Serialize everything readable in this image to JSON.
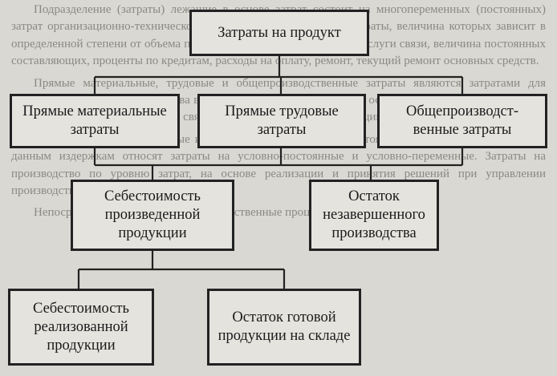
{
  "background_text": [
    "Подразделение (затраты) лежащие в основе затрат состоит на многопеременных (постоянных) затрат организационно-техническое обеспечение и переменные затраты, величина которых зависит в определенной степени от объема производства. Например, плата за услуги связи, величина постоянных составляющих, проценты по кредитам, расходы на оплату, ремонт, текущий ремонт основных средств.",
    "Прямые материальные, трудовые и общепроизводственные затраты являются затратами для конкретного объекта производства вместе возникают на постоянной основе. Примером таких расходов являются материальные затраты, связанные с производством продукции.",
    "Важно понимать, что прямые и переменные, косвенные и постоянные не совпадают с целью. К данным издержкам относят затраты на условно-постоянные и условно-переменные. Затраты на производство по уровню затрат, на основе реализации и принятия решений при управлении производством.",
    "Непосредственно, затраты на производственные процессы."
  ],
  "nodes": {
    "top": "Затраты на продукт",
    "direct_materials": "Прямые материальные затраты",
    "direct_labor": "Прямые трудовые затраты",
    "overhead": "Общепроизводст-венные затраты",
    "cost_produced": "Себестоимость произведенной продукции",
    "wip": "Остаток незавершенного производства",
    "cost_sold": "Себестоимость реализованной продукции",
    "finished_goods": "Остаток готовой продукции на складе"
  }
}
